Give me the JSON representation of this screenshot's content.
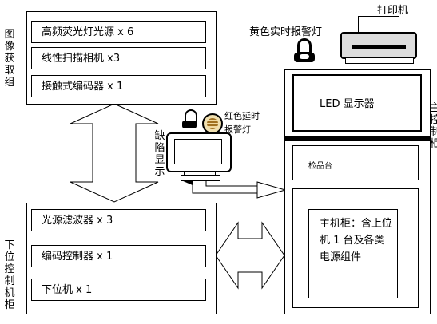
{
  "image_group": {
    "label": "图像获取组",
    "items": [
      "高频荧光灯光源 x 6",
      "线性扫描相机 x3",
      "接触式编码器 x 1"
    ]
  },
  "lower_cabinet": {
    "label": "下位控制机柜",
    "items": [
      "光源滤波器 x 3",
      "编码控制器 x 1",
      "下位机 x 1"
    ]
  },
  "defect_display": {
    "label": "缺陷显示"
  },
  "red_lamp": {
    "label": "红色延时报警灯"
  },
  "yellow_lamp": {
    "label": "黄色实时报警灯"
  },
  "printer": {
    "label": "打印机"
  },
  "main_cabinet": {
    "side_label": "主控制柜",
    "led": "LED 显示器",
    "table": "检品台",
    "host": "主机柜：含上位机 1 台及各类电源组件"
  }
}
